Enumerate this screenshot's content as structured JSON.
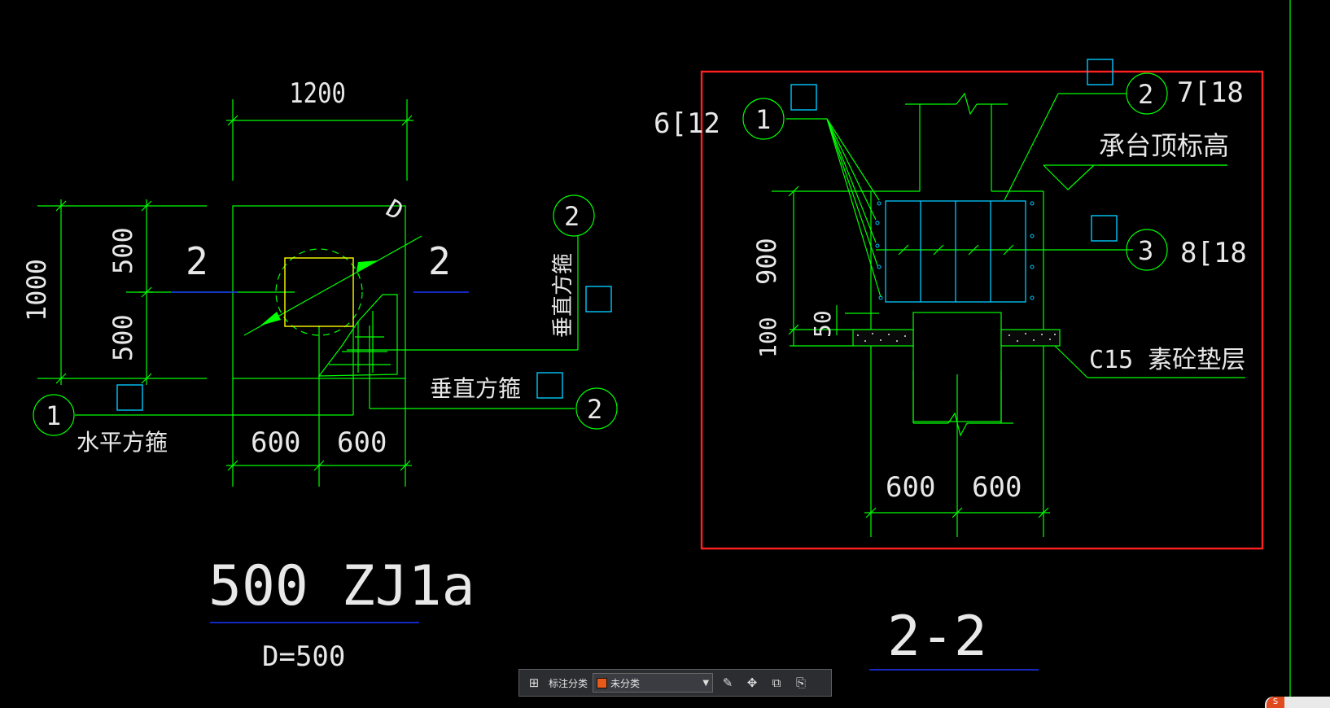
{
  "drawing": {
    "left": {
      "dim_width": "1200",
      "dim_height": "1000",
      "dim_500_top": "500",
      "dim_500_bottom": "500",
      "dim_600_left": "600",
      "dim_600_right": "600",
      "section_marker_left": "2",
      "section_marker_right": "2",
      "dia_label": "D",
      "callout_1": "1",
      "callout_2_top": "2",
      "callout_2_bottom": "2",
      "label_horizontal_hoop": "水平方箍",
      "label_vertical_hoop_rotated": "垂直方箍",
      "label_vertical_hoop": "垂直方箍",
      "title": "500 ZJ1a",
      "subtitle": "D=500"
    },
    "right": {
      "callout_1": "1",
      "callout_2": "2",
      "callout_3": "3",
      "rebar_1": "6[12",
      "rebar_2": "7[18",
      "rebar_3": "8[18",
      "label_cap_top": "承台顶标高",
      "label_cushion": "C15 素砼垫层",
      "dim_900": "900",
      "dim_50": "50",
      "dim_100": "100",
      "dim_600_left": "600",
      "dim_600_right": "600",
      "title": "2-2"
    },
    "colors": {
      "line_green": "#00ff00",
      "cyan": "#00c8ff",
      "yellow": "#ffff00",
      "red_frame": "#ff2020",
      "blue_underline": "#1a36ff"
    }
  },
  "toolbar": {
    "icons": [
      "grid-icon",
      "edit-icon",
      "move-icon",
      "copy-icon",
      "paste-icon"
    ],
    "category_label": "标注分类",
    "category_value": "未分类",
    "category_color": "#e85a1a"
  }
}
